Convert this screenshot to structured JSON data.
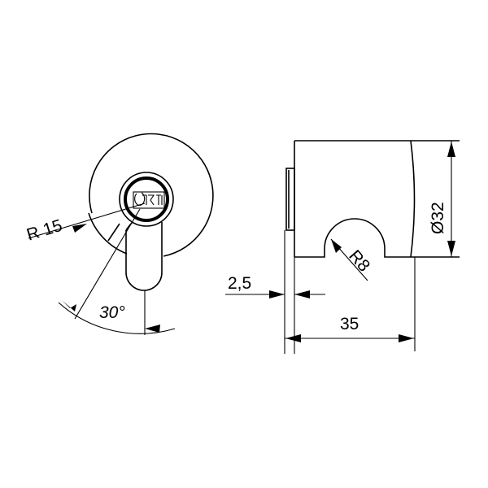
{
  "drawing": {
    "type": "technical-drawing",
    "front_view": {
      "radius_label": "R 15",
      "angle_label": "30°"
    },
    "side_view": {
      "diameter_label": "Ø32",
      "notch_radius_label": "R8",
      "plate_thickness_label": "2,5",
      "length_label": "35"
    },
    "colors": {
      "line": "#000000",
      "background": "#ffffff"
    }
  }
}
